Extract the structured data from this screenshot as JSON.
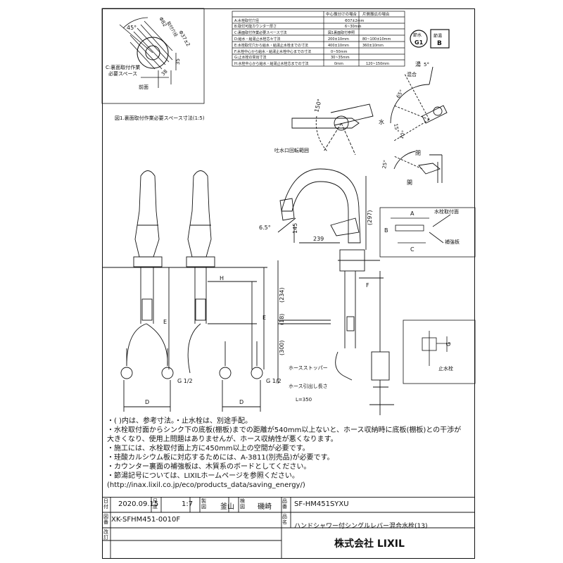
{
  "spec_table": {
    "headers": [
      "中心振分けの場合",
      "片側振広の場合"
    ],
    "rows": [
      {
        "label": "A:水栓取付穴径",
        "v1": "Φ37±2mm",
        "v2": ""
      },
      {
        "label": "B:取付可能カウンター厚さ",
        "v1": "6~30mm",
        "v2": ""
      },
      {
        "label": "C:裏面取付作業必要スペース寸法",
        "v1": "図1裏面取付参照",
        "v2": ""
      },
      {
        "label": "D:給水・給湯止水栓芯々寸法",
        "v1": "200±10mm",
        "v2": "80~100±10mm"
      },
      {
        "label": "E:水栓取付穴から給水・給湯止水栓までの寸法",
        "v1": "400±10mm",
        "v2": "360±10mm"
      },
      {
        "label": "F:水栓中心から給水・給湯止水栓中心までの寸法",
        "v1": "0~50mm",
        "v2": ""
      },
      {
        "label": "G:止水栓の突出寸法",
        "v1": "30~35mm",
        "v2": ""
      },
      {
        "label": "H:水栓中心から給水・給湯止水栓芯までの寸法",
        "v1": "0mm",
        "v2": "120~150mm"
      }
    ]
  },
  "badges": {
    "g1": "G1",
    "b": "B",
    "label_left": "節水",
    "label_right": "節湯"
  },
  "fig1": {
    "caption": "図1.裏面取付作業必要スペース寸法(1:5)",
    "labels": {
      "angle": "45°",
      "phi82": "Φ82",
      "mount": "取付穴径",
      "phi37": "Φ37±2",
      "d35": "35",
      "d38": "38",
      "c_space": "C:裏面取付作業",
      "c_space2": "必要スペース",
      "front": "前面"
    }
  },
  "top_view": {
    "spout_turn": "吐水口回転範囲",
    "angle150": "150°"
  },
  "lever": {
    "labels": {
      "hot": "湯",
      "mix": "混合",
      "water": "水",
      "close": "閉",
      "open": "開",
      "a5": "5°",
      "a65": "65°",
      "a15": "15°",
      "a10": "10°",
      "a25": "25°",
      "a5b": "5°"
    }
  },
  "front_view": {
    "dims": {
      "d145": "145",
      "d239": "239",
      "d297": "(297)",
      "d234": "(234)",
      "d18": "(18)",
      "d300": "(300)",
      "a65": "6.5°",
      "f": "F",
      "e": "E",
      "h": "H",
      "dd": "D",
      "g12": "G 1/2"
    },
    "labels": {
      "stopper": "ホースストッパー",
      "pull": "ホース引出し長さ",
      "len": "L=350",
      "a": "A",
      "b": "B",
      "c": "C",
      "plate": "水栓取付面",
      "reinforce": "補強板",
      "stop_valve": "止水栓",
      "g": "G"
    }
  },
  "notes": [
    "・(  )内は、参考寸法。・止水栓は、別途手配。",
    "・水栓取付面からシンク下の底板(棚板)までの距離が540mm以上ないと、ホース収納時に底板(棚板)との干渉が",
    "  大きくなり、使用上問題はありませんが、ホース収納性が悪くなります。",
    "・施工には、水栓取付面上方に450mm以上の空間が必要です。",
    "・珪酸カルシウム板に対応するためには、A-3811(別売品)が必要です。",
    "・カウンター裏面の補強板は、木質系のボードとしてください。",
    "・節湯記号については、LIXILホームページを参照ください。",
    "  (http://inax.lixil.co.jp/eco/products_data/saving_energy/)"
  ],
  "title_block": {
    "date_label": "日付",
    "date": "2020.09.15",
    "scale_label": "尺度",
    "scale": "1:7",
    "draw_label": "製図",
    "drawer": "釜山",
    "check_label": "検図",
    "checker": "磯崎",
    "product_no_label": "品番",
    "product_no": "SF-HM451SYXU",
    "drawing_no_label": "図番",
    "drawing_no": "XK-SFHM451-0010F",
    "name_label": "品名",
    "name": "ハンドシャワー付シングルレバー混合水栓(13)",
    "revision_label": "改訂",
    "company": "株式会社 LIXIL"
  }
}
